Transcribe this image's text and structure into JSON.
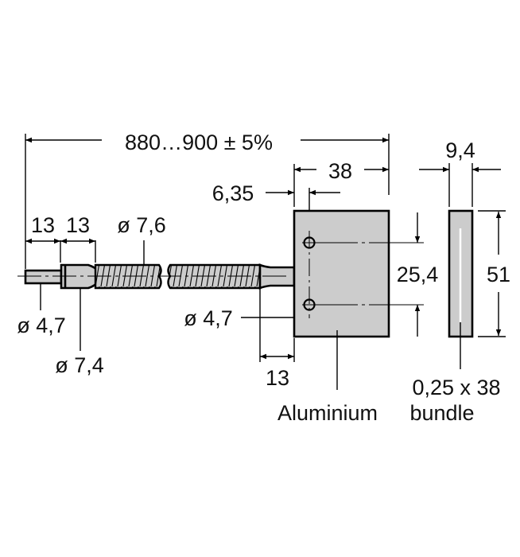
{
  "diagram": {
    "type": "technical dimension drawing",
    "subject": "fiber optic cable with rectangular aluminium head",
    "colors": {
      "part_fill": "#cccccc",
      "line": "#000000",
      "background": "#ffffff"
    },
    "labels": {
      "overall_length": "880…900 ± 5%",
      "head_width": "38",
      "hole_offset": "6,35",
      "side_thickness": "9,4",
      "sleeve_length": "13",
      "ferrule_length": "13",
      "armor_diameter": "ø 7,6",
      "sleeve_diameter": "ø 4,7",
      "ferrule_diameter": "ø 7,4",
      "hole_diameter": "ø 4,7",
      "hole_spacing": "25,4",
      "head_height": "51",
      "stem_length": "13",
      "material": "Aluminium",
      "bundle_size": "0,25 x 38",
      "bundle_label": "bundle"
    }
  }
}
